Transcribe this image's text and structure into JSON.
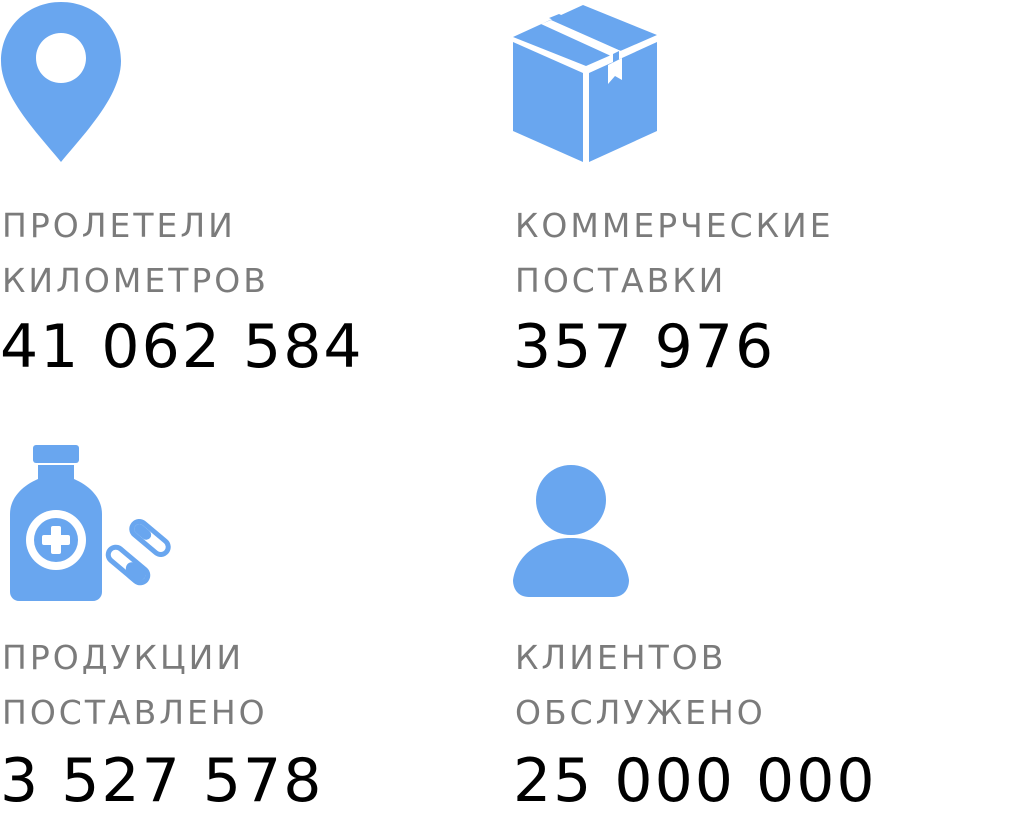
{
  "accent_color": "#69a6ef",
  "stats": [
    {
      "icon": "location-pin-icon",
      "label_line1": "ПРОЛЕТЕЛИ",
      "label_line2": "КИЛОМЕТРОВ",
      "value": "41 062 584"
    },
    {
      "icon": "package-box-icon",
      "label_line1": "КОММЕРЧЕСКИЕ",
      "label_line2": "ПОСТАВКИ",
      "value": "357 976"
    },
    {
      "icon": "medicine-bottle-pills-icon",
      "label_line1": "ПРОДУКЦИИ",
      "label_line2": "ПОСТАВЛЕНО",
      "value": "3 527 578"
    },
    {
      "icon": "user-person-icon",
      "label_line1": "КЛИЕНТОВ",
      "label_line2": "ОБСЛУЖЕНО",
      "value": "25 000 000"
    }
  ]
}
